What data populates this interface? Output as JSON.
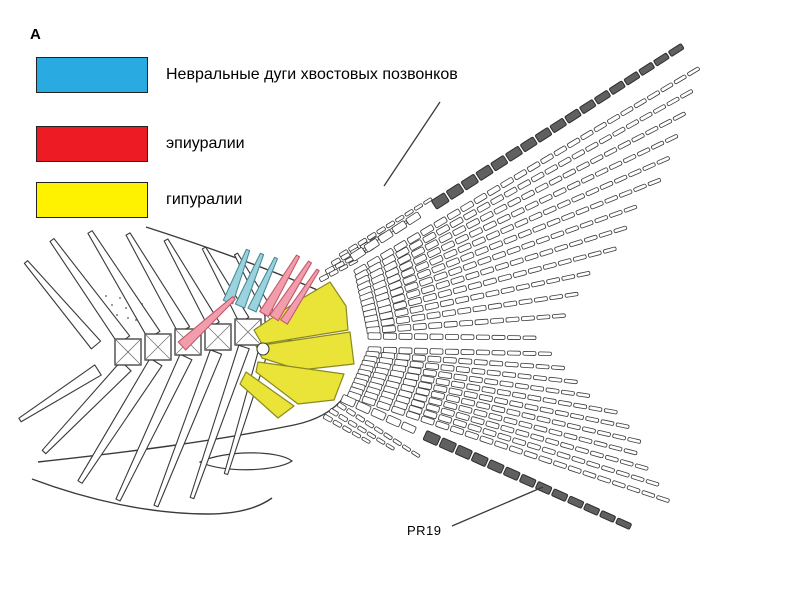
{
  "figure": {
    "panel_label": "A",
    "annotation_pr19": "PR19",
    "description": "Caudal fin skeleton diagram of a fish with colored anatomical highlights"
  },
  "legend": {
    "items": [
      {
        "name": "neural-arches",
        "label": "Невральные дуги хвостовых позвонков",
        "color": "#29ABE2"
      },
      {
        "name": "epurals",
        "label": "эпиуралии",
        "color": "#ED1C24"
      },
      {
        "name": "hypurals",
        "label": "гипуралии",
        "color": "#FFF200"
      }
    ]
  },
  "colors": {
    "background": "#FFFFFF",
    "outline": "#3A3A3A",
    "ray_fill": "#FFFFFF",
    "ray_dark": "#606060",
    "ray_dark_stroke": "#2E2E2E",
    "neural_arch_fill": "#9AD3DE",
    "neural_arch_stroke": "#4A8A9A",
    "epural_fill": "#F29DAC",
    "epural_stroke": "#C05A6A",
    "hypural_fill": "#EAE438",
    "hypural_stroke": "#8A8A20"
  }
}
